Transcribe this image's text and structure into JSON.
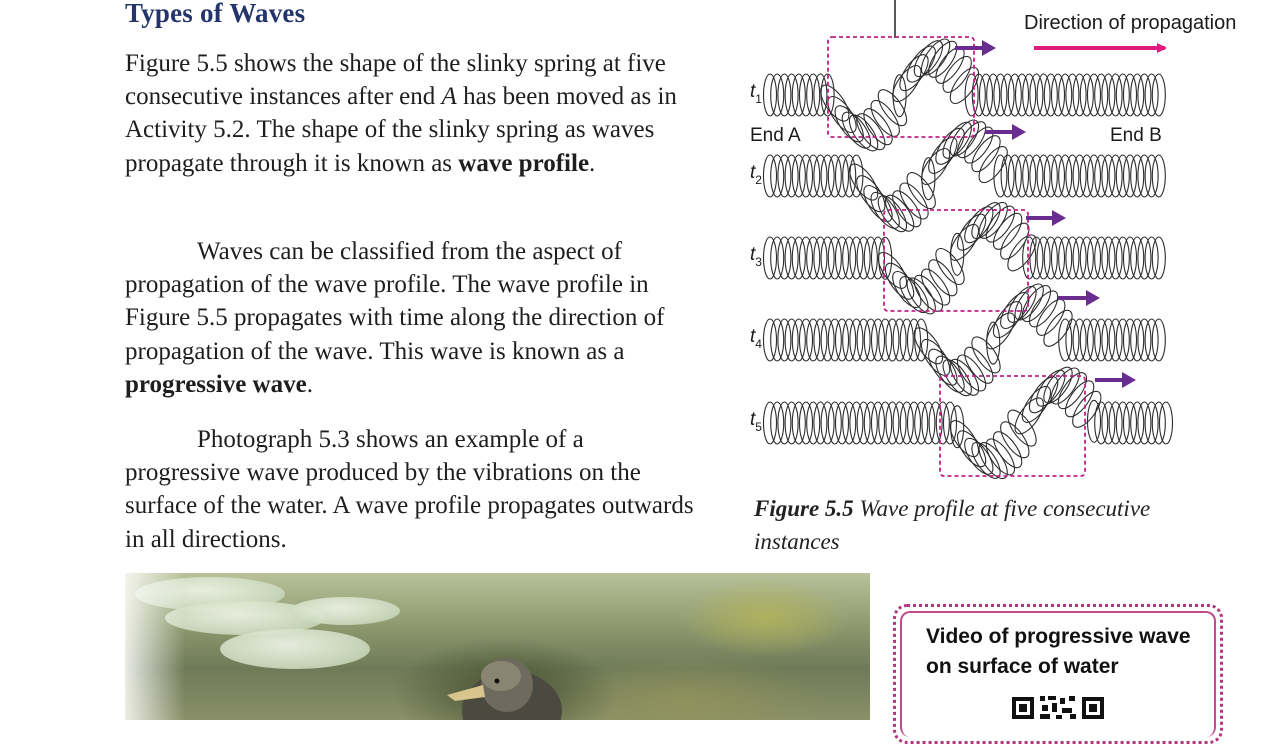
{
  "section": {
    "heading": "Types of Waves"
  },
  "paragraphs": {
    "p1": {
      "text": "Figure 5.5 shows the shape of the slinky spring at five consecutive instances after end ",
      "italic": "A",
      "text2": " has been moved as in Activity 5.2. The shape of the slinky spring as waves propagate through it is known as ",
      "bold": "wave profile",
      "end": "."
    },
    "p2": {
      "text": "Waves can be classified from the aspect of propagation of the wave profile. The wave profile in Figure 5.5 propagates with time along the direction of propagation of the wave. This wave is known as a ",
      "bold": "progressive wave",
      "end": "."
    },
    "p3": {
      "text": "Photograph 5.3 shows an example of a progressive wave produced by the vibrations on the surface of the water. A wave profile propagates outwards in all directions."
    }
  },
  "figure": {
    "direction_label": "Direction of propagation",
    "end_a": "End A",
    "end_b": "End B",
    "instances": [
      {
        "symbol": "t",
        "sub": "1"
      },
      {
        "symbol": "t",
        "sub": "2"
      },
      {
        "symbol": "t",
        "sub": "3"
      },
      {
        "symbol": "t",
        "sub": "4"
      },
      {
        "symbol": "t",
        "sub": "5"
      }
    ],
    "caption_label": "Figure 5.5",
    "caption_text": "Wave profile at five consecutive instances"
  },
  "video_box": {
    "title_line1": "Video of progressive wave",
    "title_line2": "on surface of water"
  },
  "colors": {
    "heading": "#23356b",
    "arrow_main": "#e0197d",
    "arrow_small": "#6b2c91",
    "dashed_box": "#c21e8a",
    "spring": "#2d2d2d"
  }
}
